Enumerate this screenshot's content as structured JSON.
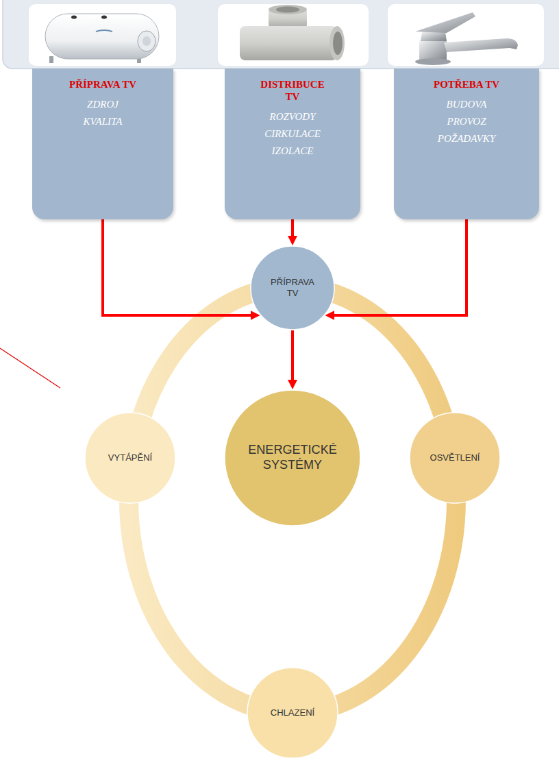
{
  "diagram": {
    "nodes": [
      {
        "text": [
          "PŘÍPRAVA TV",
          "ZDROJ",
          "KVALITA"
        ]
      },
      {
        "text": [
          "DISTRIBUCE TV",
          "ROZVODY",
          "CIRKULACE",
          "IZOLACE"
        ]
      },
      {
        "text": [
          "POTŘEBA TV",
          "BUDOVA",
          "PROVOZ",
          "POŽADAVKY"
        ]
      },
      {
        "text": [
          "PŘÍPRAVA TV"
        ]
      },
      {
        "text": [
          "VYTÁPĚNÍ"
        ]
      },
      {
        "text": [
          "ENERGETICKÉ SYSTÉMY"
        ]
      },
      {
        "text": [
          "OSVĚTLENÍ"
        ]
      },
      {
        "text": [
          "CHLAZENÍ"
        ]
      }
    ],
    "edges": [
      {
        "from": 0,
        "to": 3,
        "arrow": "to"
      },
      {
        "from": 1,
        "to": 3,
        "arrow": "to"
      },
      {
        "from": 2,
        "to": 3,
        "arrow": "to"
      },
      {
        "from": 3,
        "to": 5,
        "arrow": "to"
      }
    ]
  }
}
